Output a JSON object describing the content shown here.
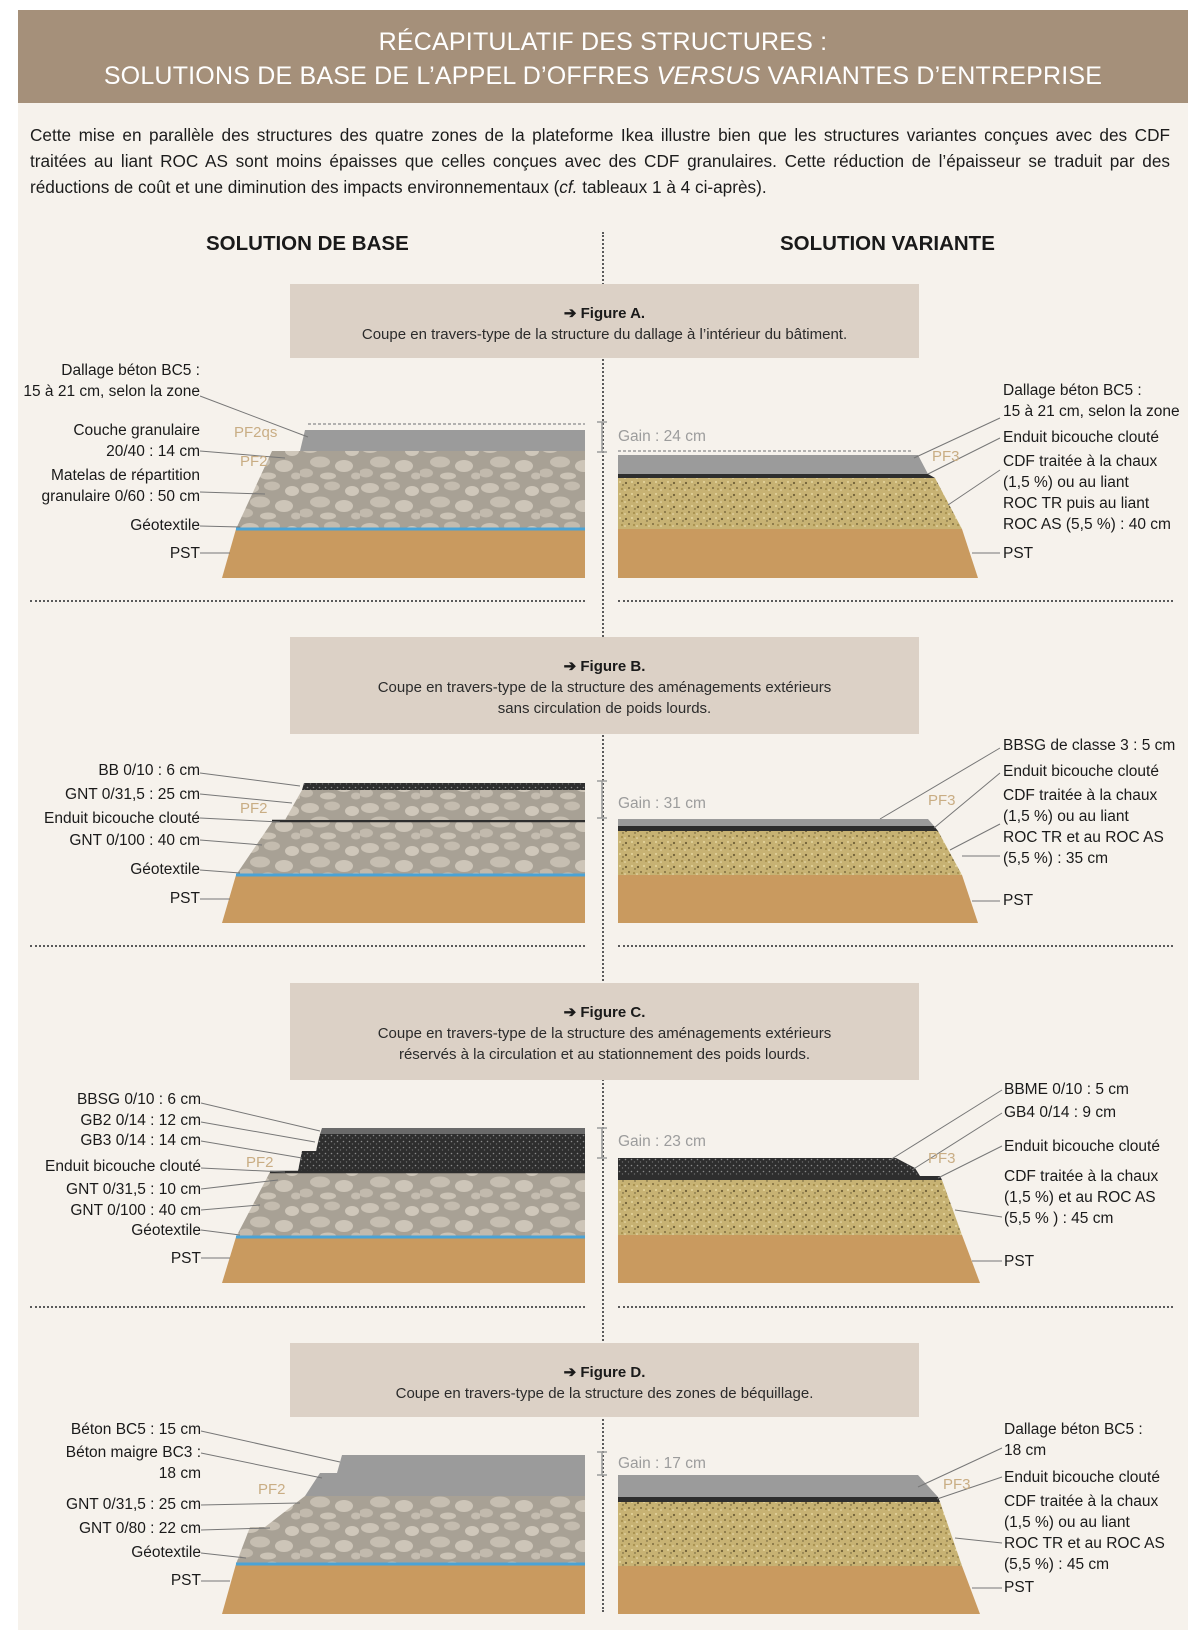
{
  "header": {
    "line1": "RÉCAPITULATIF DES STRUCTURES :",
    "line2_pre": "SOLUTIONS DE BASE DE L’APPEL D’OFFRES ",
    "line2_em": "VERSUS",
    "line2_post": " VARIANTES D’ENTREPRISE"
  },
  "intro": {
    "text_pre": "Cette mise en parallèle des structures des quatre zones de la plateforme Ikea illustre bien que les structures variantes conçues avec des CDF traitées au liant ROC AS sont moins épaisses que celles conçues avec des CDF granulaires. Cette réduction de l’épaisseur se traduit par des réductions de coût et une diminution des impacts environnementaux (",
    "text_em": "cf.",
    "text_post": " tableaux 1 à 4 ci-après)."
  },
  "columns": {
    "base": "SOLUTION DE BASE",
    "variant": "SOLUTION VARIANTE"
  },
  "colors": {
    "header_bg": "#a5907a",
    "panel_bg": "#f6f2ec",
    "figbox_bg": "#dcd1c6",
    "pst": "#c99a5f",
    "granular": "#a8a195",
    "cdf": "#c7b273",
    "concrete": "#9b9b9b",
    "asphalt": "#2e2e2e",
    "geotextile": "#4aa3d6",
    "pf_label": "#c9ad84",
    "gain": "#9c9c9c"
  },
  "figures": {
    "a": {
      "title": "➔ Figure A.",
      "caption1": "Coupe en travers-type de la structure du dallage à l’intérieur du bâtiment.",
      "caption2": "",
      "gain": "Gain : 24 cm",
      "base_pf": [
        "PF2qs",
        "PF2"
      ],
      "variant_pf": "PF3",
      "base_labels": [
        "Dallage béton BC5 :",
        "15 à 21 cm, selon la zone",
        "Couche granulaire",
        "20/40 : 14 cm",
        "Matelas de répartition",
        "granulaire 0/60 : 50 cm",
        "Géotextile",
        "PST"
      ],
      "variant_labels": [
        "Dallage béton BC5 :",
        "15 à 21 cm, selon la zone",
        "Enduit bicouche clouté",
        "CDF traitée à la chaux",
        "(1,5 %) ou au liant",
        "ROC TR puis au liant",
        "ROC AS (5,5 %) : 40 cm",
        "PST"
      ]
    },
    "b": {
      "title": "➔ Figure B.",
      "caption1": "Coupe en travers-type de la structure des aménagements extérieurs",
      "caption2": "sans circulation de poids lourds.",
      "gain": "Gain : 31 cm",
      "base_pf": "PF2",
      "variant_pf": "PF3",
      "base_labels": [
        "BB 0/10 : 6 cm",
        "GNT 0/31,5 : 25 cm",
        "Enduit bicouche clouté",
        "GNT 0/100 : 40 cm",
        "Géotextile",
        "PST"
      ],
      "variant_labels": [
        "BBSG de classe 3 : 5 cm",
        "Enduit bicouche clouté",
        "CDF traitée à la chaux",
        "(1,5 %) ou au liant",
        "ROC TR et au ROC AS",
        "(5,5 %) : 35 cm",
        "PST"
      ]
    },
    "c": {
      "title": "➔ Figure C.",
      "caption1": "Coupe en travers-type de la structure des aménagements extérieurs",
      "caption2": "réservés à la circulation et au stationnement des poids lourds.",
      "gain": "Gain : 23 cm",
      "base_pf": "PF2",
      "variant_pf": "PF3",
      "base_labels": [
        "BBSG 0/10 : 6 cm",
        "GB2 0/14 : 12 cm",
        "GB3 0/14 : 14 cm",
        "Enduit bicouche clouté",
        "GNT 0/31,5 : 10 cm",
        "GNT 0/100 : 40 cm",
        "Géotextile",
        "PST"
      ],
      "variant_labels": [
        "BBME 0/10 : 5 cm",
        "GB4 0/14 : 9 cm",
        "Enduit bicouche clouté",
        "CDF traitée à la chaux",
        "(1,5 %) et au ROC AS",
        "(5,5 % ) : 45 cm",
        "PST"
      ]
    },
    "d": {
      "title": "➔ Figure D.",
      "caption1": "Coupe en travers-type de la structure des zones de béquillage.",
      "caption2": "",
      "gain": "Gain : 17 cm",
      "base_pf": "PF2",
      "variant_pf": "PF3",
      "base_labels": [
        "Béton BC5 : 15 cm",
        "Béton maigre BC3 :",
        "18 cm",
        "GNT 0/31,5 : 25 cm",
        "GNT 0/80 : 22 cm",
        "Géotextile",
        "PST"
      ],
      "variant_labels": [
        "Dallage béton BC5 :",
        "18 cm",
        "Enduit bicouche clouté",
        "CDF traitée à la chaux",
        "(1,5 %) ou au liant",
        "ROC TR et au ROC AS",
        "(5,5 %) : 45 cm",
        "PST"
      ]
    }
  }
}
